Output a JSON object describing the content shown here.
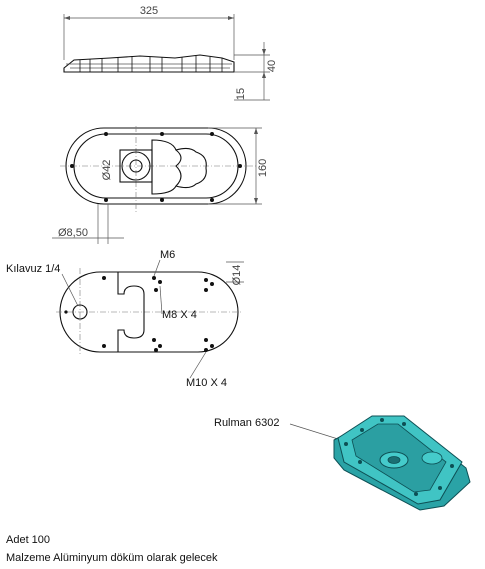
{
  "dimensions": {
    "top_width": "325",
    "top_height": "40",
    "top_base": "15",
    "front_bore": "Ø42",
    "front_height": "160",
    "hole_dia": "Ø8,50",
    "bottom_dia": "Ø14"
  },
  "callouts": {
    "tap": "Kılavuz 1/4",
    "m6": "M6",
    "m8": "M8 X 4",
    "m10": "M10 X 4",
    "bearing": "Rulman 6302"
  },
  "notes": {
    "quantity": "Adet 100",
    "material": "Malzeme Alüminyum döküm olarak gelecek"
  },
  "colors": {
    "model_fill": "#38b8b8",
    "model_edge": "#0d4f54"
  }
}
